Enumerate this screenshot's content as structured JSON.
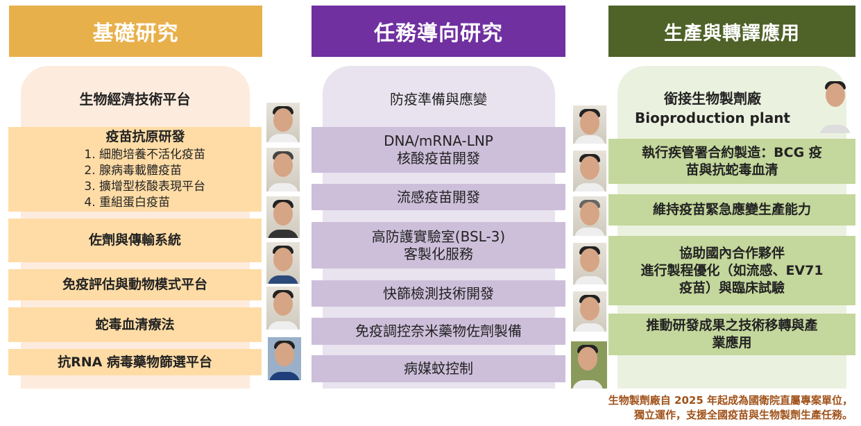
{
  "columns": [
    {
      "header": "基礎研究",
      "color": "#E8B04A",
      "intro": "生物經濟技術平台",
      "antigen": {
        "title": "疫苗抗原研發",
        "items": [
          "細胞培養不活化疫苗",
          "腺病毒載體疫苗",
          "擴增型核酸表現平台",
          "重組蛋白疫苗"
        ]
      },
      "boxes": [
        "佐劑與傳輸系統",
        "免疫評估與動物模式平台",
        "蛇毒血清療法",
        "抗RNA 病毒藥物篩選平台"
      ]
    },
    {
      "header": "任務導向研究",
      "color": "#7030A0",
      "intro": "防疫準備與應變",
      "boxes": [
        [
          "DNA/mRNA-LNP",
          "核酸疫苗開發"
        ],
        [
          "流感疫苗開發"
        ],
        [
          "高防護實驗室(BSL-3)",
          "客製化服務"
        ],
        [
          "快篩檢測技術開發"
        ],
        [
          "免疫調控奈米藥物佐劑製備"
        ],
        [
          "病媒蚊控制"
        ]
      ]
    },
    {
      "header": "生產與轉譯應用",
      "color": "#4F6228",
      "intro": [
        "銜接生物製劑廠",
        "Bioproduction plant"
      ],
      "boxes": [
        [
          "執行疾管署合約製造：BCG 疫",
          "苗與抗蛇毒血清"
        ],
        [
          "維持疫苗緊急應變生產能力"
        ],
        [
          "協助國內合作夥伴",
          "進行製程優化（如流感、EV71",
          "疫苗）與臨床試驗"
        ],
        [
          "推動研發成果之技術移轉與產",
          "業應用"
        ]
      ]
    }
  ],
  "note": [
    "生物製劑廠自 2025 年起成為國衛院直屬專案單位，",
    "獨立運作，支援全國疫苗與生物製劑生產任務。"
  ]
}
